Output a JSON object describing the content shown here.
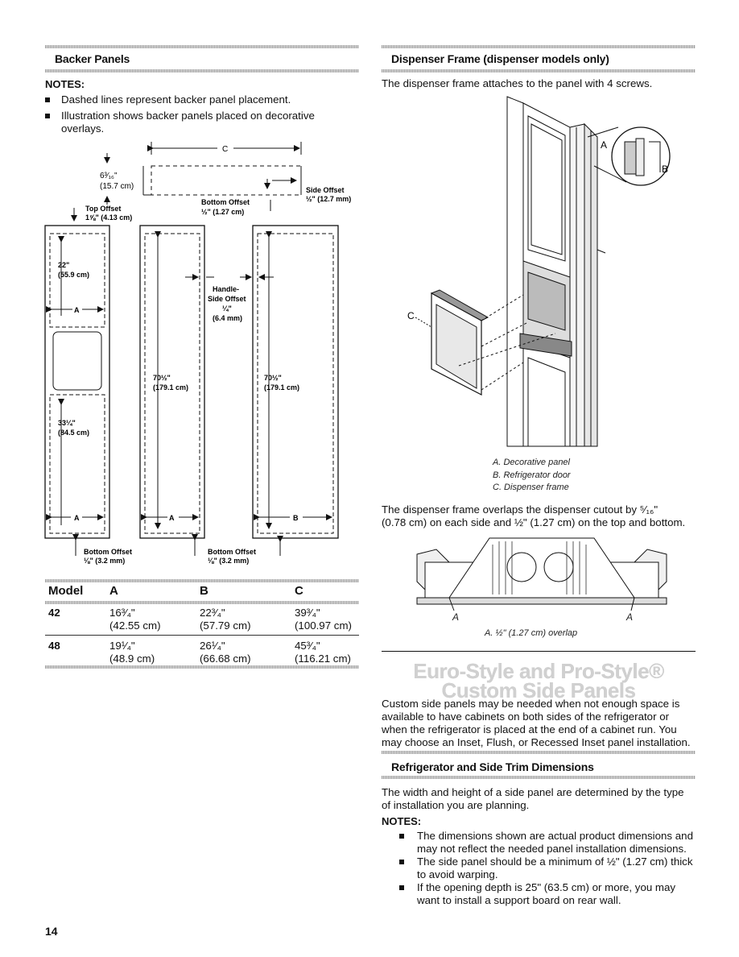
{
  "left": {
    "title": "Backer Panels",
    "notes_label": "NOTES:",
    "notes": [
      "Dashed lines represent backer panel placement.",
      "Illustration shows backer panels placed on decorative overlays."
    ],
    "diagram": {
      "c": "C",
      "top_dim_1": "6³⁄₁₆\"",
      "top_dim_2": "(15.7 cm)",
      "side_offset_label": "Side Offset",
      "side_offset_val": "½\" (12.7 mm)",
      "bottom_offset_label": "Bottom Offset",
      "bottom_offset_val": "½\" (1.27 cm)",
      "top_offset_label": "Top Offset",
      "top_offset_val": "1⅝\" (4.13 cm)",
      "dim_22a": "22\"",
      "dim_22b": "(55.9 cm)",
      "a": "A",
      "b": "B",
      "dim_33a": "33¼\"",
      "dim_33b": "(84.5 cm)",
      "dim_70a": "70½\"",
      "dim_70b": "(179.1 cm)",
      "handle_1": "Handle-",
      "handle_2": "Side Offset",
      "handle_3": "¼\"",
      "handle_4": "(6.4 mm)",
      "bottom_off_1": "Bottom Offset",
      "bottom_off_1_val": "⅛\" (3.2 mm)",
      "bottom_off_2": "Bottom Offset",
      "bottom_off_2_val": "⅛\" (3.2 mm)"
    },
    "table": {
      "headers": [
        "Model",
        "A",
        "B",
        "C"
      ],
      "rows": [
        {
          "model": "42",
          "a1": "16³⁄₄\"",
          "a2": "(42.55 cm)",
          "b1": "22³⁄₄\"",
          "b2": "(57.79 cm)",
          "c1": "39³⁄₄\"",
          "c2": "(100.97 cm)"
        },
        {
          "model": "48",
          "a1": "19¹⁄₄\"",
          "a2": "(48.9 cm)",
          "b1": "26¹⁄₄\"",
          "b2": "(66.68 cm)",
          "c1": "45³⁄₄\"",
          "c2": "(116.21 cm)"
        }
      ]
    },
    "page_number": "14"
  },
  "right": {
    "title": "Dispenser Frame (dispenser models only)",
    "intro": "The dispenser frame attaches to the panel with 4 screws.",
    "fig_labels": {
      "a": "A",
      "b": "B",
      "c": "C"
    },
    "captions": [
      "A. Decorative panel",
      "B. Refrigerator door",
      "C. Dispenser frame"
    ],
    "overlap_text_1": "The dispenser frame overlaps the dispenser cutout by ⁵⁄₁₆\"",
    "overlap_text_2": "(0.78 cm) on each side and ½\" (1.27 cm) on the top and bottom.",
    "overlap_caption": "A. ½\" (1.27 cm) overlap",
    "euro_line1": "Euro-Style and Pro-Style®",
    "euro_line2": "Custom Side Panels",
    "custom_text": [
      "Custom side panels may be needed when not enough space is",
      "available to have cabinets on both sides of the refrigerator or",
      "when the refrigerator is placed at the end of a cabinet run. You",
      "may choose an Inset, Flush, or Recessed Inset panel installation."
    ],
    "trim_title": "Refrigerator and Side Trim Dimensions",
    "trim_text": [
      "The width and height of a side panel are determined by the type",
      "of installation you are planning."
    ],
    "notes_label": "NOTES:",
    "notes": [
      [
        "The dimensions shown are actual product dimensions and",
        "may not reflect the needed panel installation dimensions."
      ],
      [
        "The side panel should be a minimum of ½\" (1.27 cm) thick",
        "to avoid warping."
      ],
      [
        "If the opening depth is 25\" (63.5 cm) or more, you may",
        "want to install a support board on rear wall."
      ]
    ]
  }
}
